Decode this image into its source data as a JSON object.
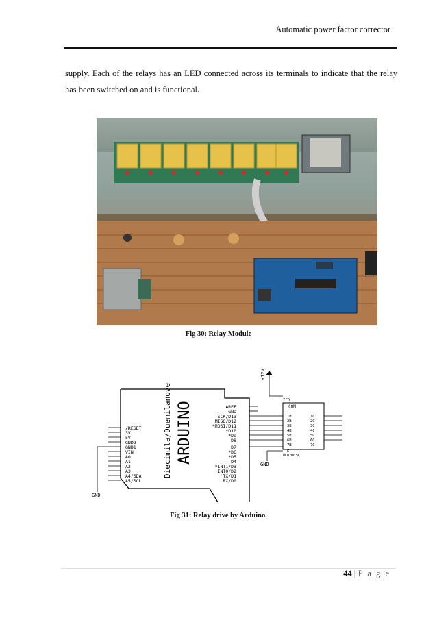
{
  "header": {
    "title": "Automatic power factor corrector"
  },
  "body": {
    "paragraph": "supply. Each of the relays has an LED connected across its terminals to indicate that the relay has been switched on and is functional."
  },
  "figures": [
    {
      "caption": "Fig 30: Relay Module"
    },
    {
      "caption": "Fig 31: Relay drive by Arduino."
    }
  ],
  "schematic": {
    "board_label": "ARDUINO",
    "board_sublabel": "Diecimila/Duemilanove",
    "left_pins": [
      "/RESET",
      "3V",
      "5V",
      "GND2",
      "GND1",
      "VIN",
      "",
      "A0",
      "A1",
      "A2",
      "A3",
      "A4/SDA",
      "A5/SCL"
    ],
    "right_pins": [
      "AREF",
      "GND",
      "SCK/D13",
      "MISO/D12",
      "*MOSI/D11",
      "*D10",
      "*D9",
      "D8",
      "",
      "D7",
      "*D6",
      "*D5",
      "D4",
      "*INT1/D3",
      "INT0/D2",
      "TX/D1",
      "RX/D0"
    ],
    "voltage_label": "+12V",
    "gnd_label": "GND",
    "ic_label": "COM",
    "ic_top": "IC1",
    "ic_inputs": [
      "1B",
      "2B",
      "3B",
      "4B",
      "5B",
      "6B",
      "7B"
    ],
    "ic_outputs": [
      "1C",
      "2C",
      "3C",
      "4C",
      "5C",
      "6C",
      "7C"
    ],
    "ic_e": "E",
    "ic_part": "ULN2003A"
  },
  "footer": {
    "page_number": "44",
    "separator": "|",
    "page_word": "P a g e"
  }
}
